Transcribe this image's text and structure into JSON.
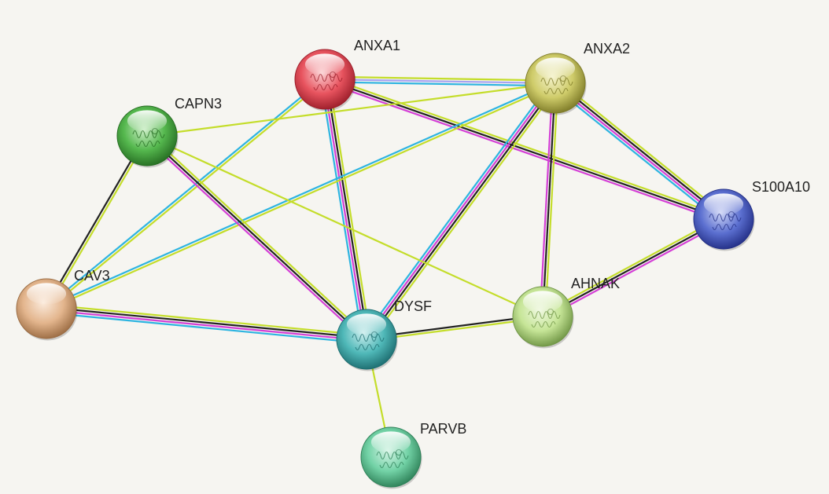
{
  "network": {
    "nodes": [
      {
        "id": "ANXA1",
        "label": "ANXA1",
        "color": "#e8545f",
        "dark": "#9c1e2a",
        "light": "#fbd2d4",
        "icon": "protein-structure-icon"
      },
      {
        "id": "ANXA2",
        "label": "ANXA2",
        "color": "#cfcc6a",
        "dark": "#7d7a27",
        "light": "#f5f3cc",
        "icon": "protein-structure-icon"
      },
      {
        "id": "CAPN3",
        "label": "CAPN3",
        "color": "#55b84e",
        "dark": "#266d22",
        "light": "#cdeec8",
        "icon": "protein-structure-icon"
      },
      {
        "id": "S100A10",
        "label": "S100A10",
        "color": "#5b6fd0",
        "dark": "#232f86",
        "light": "#cfd6f6",
        "icon": "protein-structure-icon"
      },
      {
        "id": "CAV3",
        "label": "CAV3",
        "color": "#e3b58d",
        "dark": "#9b6c43",
        "light": "#fbeadb",
        "icon": ""
      },
      {
        "id": "AHNAK",
        "label": "AHNAK",
        "color": "#c6e597",
        "dark": "#6f9544",
        "light": "#eff8e0",
        "icon": "protein-structure-icon"
      },
      {
        "id": "DYSF",
        "label": "DYSF",
        "color": "#4fb8b8",
        "dark": "#1d6d70",
        "light": "#cdeeee",
        "icon": "protein-structure-icon"
      },
      {
        "id": "PARVB",
        "label": "PARVB",
        "color": "#72d2a6",
        "dark": "#2e8158",
        "light": "#d6f4e6",
        "icon": "protein-structure-icon"
      }
    ],
    "edge_colors": {
      "text_mining": "#c4dd2a",
      "coexpression": "#222222",
      "experiments": "#d43fd6",
      "databases": "#2db4e0",
      "homology": "#a7a3f2"
    },
    "edges": [
      {
        "source": "ANXA1",
        "target": "ANXA2",
        "evidence": [
          "text_mining",
          "homology",
          "databases"
        ]
      },
      {
        "source": "ANXA1",
        "target": "S100A10",
        "evidence": [
          "text_mining",
          "coexpression",
          "experiments"
        ]
      },
      {
        "source": "ANXA1",
        "target": "DYSF",
        "evidence": [
          "text_mining",
          "coexpression",
          "experiments",
          "databases"
        ]
      },
      {
        "source": "ANXA1",
        "target": "CAV3",
        "evidence": [
          "text_mining",
          "databases"
        ]
      },
      {
        "source": "ANXA2",
        "target": "S100A10",
        "evidence": [
          "text_mining",
          "coexpression",
          "experiments",
          "databases"
        ]
      },
      {
        "source": "ANXA2",
        "target": "DYSF",
        "evidence": [
          "text_mining",
          "coexpression",
          "experiments",
          "databases"
        ]
      },
      {
        "source": "ANXA2",
        "target": "AHNAK",
        "evidence": [
          "text_mining",
          "coexpression",
          "experiments"
        ]
      },
      {
        "source": "ANXA2",
        "target": "CAV3",
        "evidence": [
          "text_mining",
          "databases"
        ]
      },
      {
        "source": "ANXA2",
        "target": "CAPN3",
        "evidence": [
          "text_mining"
        ]
      },
      {
        "source": "CAPN3",
        "target": "DYSF",
        "evidence": [
          "text_mining",
          "coexpression",
          "experiments"
        ]
      },
      {
        "source": "CAPN3",
        "target": "CAV3",
        "evidence": [
          "text_mining",
          "coexpression"
        ]
      },
      {
        "source": "CAPN3",
        "target": "AHNAK",
        "evidence": [
          "text_mining"
        ]
      },
      {
        "source": "CAV3",
        "target": "DYSF",
        "evidence": [
          "text_mining",
          "coexpression",
          "experiments",
          "databases"
        ]
      },
      {
        "source": "AHNAK",
        "target": "S100A10",
        "evidence": [
          "text_mining",
          "coexpression",
          "experiments"
        ]
      },
      {
        "source": "AHNAK",
        "target": "DYSF",
        "evidence": [
          "text_mining",
          "coexpression"
        ]
      },
      {
        "source": "DYSF",
        "target": "PARVB",
        "evidence": [
          "text_mining"
        ]
      }
    ]
  }
}
